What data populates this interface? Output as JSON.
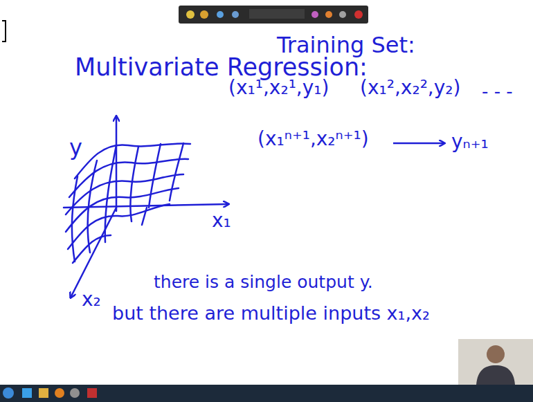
{
  "diagram": {
    "title": "Multivariate Regression:",
    "labels": [
      "Training Set:",
      "(x₁¹,x₂¹,y₁)",
      "(x₁²,x₂²,y₂)",
      "- - -",
      "(x₁ⁿ⁺¹,x₂ⁿ⁺¹)",
      "yₙ₊₁",
      "y",
      "x₁",
      "x₂",
      "there is a single output y.",
      "but there are multiple inputs x₁,x₂"
    ]
  }
}
